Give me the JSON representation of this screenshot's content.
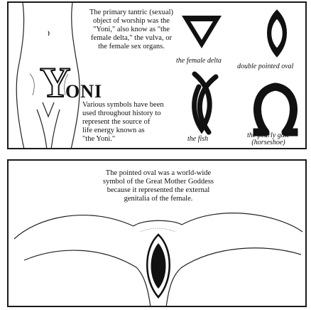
{
  "top_panel": {
    "intro_text_lines": [
      "The primary tantric (sexual)",
      "object of worship was the",
      "\"Yoni,\" also know as \"the",
      "female delta,\" the vulva, or",
      "the female sex organs."
    ],
    "title_first_letter": "Y",
    "title_rest": "ONI",
    "symbols_text_lines": [
      "Various symbols have been",
      "used throughout history to",
      "represent the source of",
      "life energy known as",
      "\"the Yoni.\""
    ],
    "captions": {
      "delta": "the female delta",
      "oval": "double pointed oval",
      "fish": "the fish",
      "gate_line1": "the pearly gate",
      "gate_line2": "(horseshoe)"
    }
  },
  "bottom_panel": {
    "text_lines": [
      "The pointed oval was a world-wide",
      "symbol of the Great Mother Goddess",
      "because it represented the external",
      "genitalia of the female."
    ]
  }
}
